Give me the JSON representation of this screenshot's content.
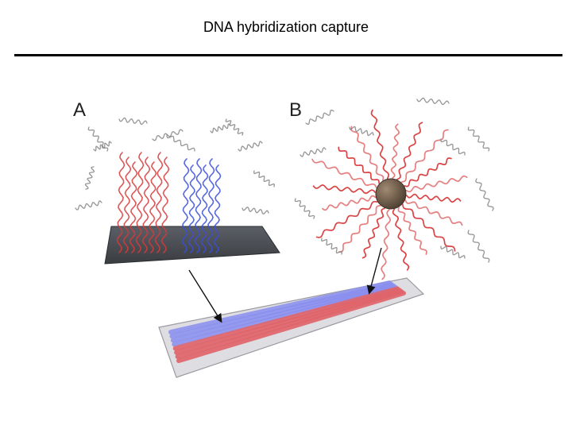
{
  "slide": {
    "title": "DNA hybridization capture",
    "panel_a_label": "A",
    "panel_b_label": "B"
  },
  "colors": {
    "probe_red": "#d83a3a",
    "probe_blue": "#3a4fd8",
    "target_gray": "#8a8a8a",
    "glass_slide": "#4a4d52",
    "bead": "#6b5a48",
    "array_slide": "#d9d9dc"
  },
  "icons": [
    "glass-slide-icon",
    "bead-icon",
    "probe-strand-icon",
    "target-strand-icon",
    "array-chip-icon",
    "pointer-arrow-icon"
  ]
}
